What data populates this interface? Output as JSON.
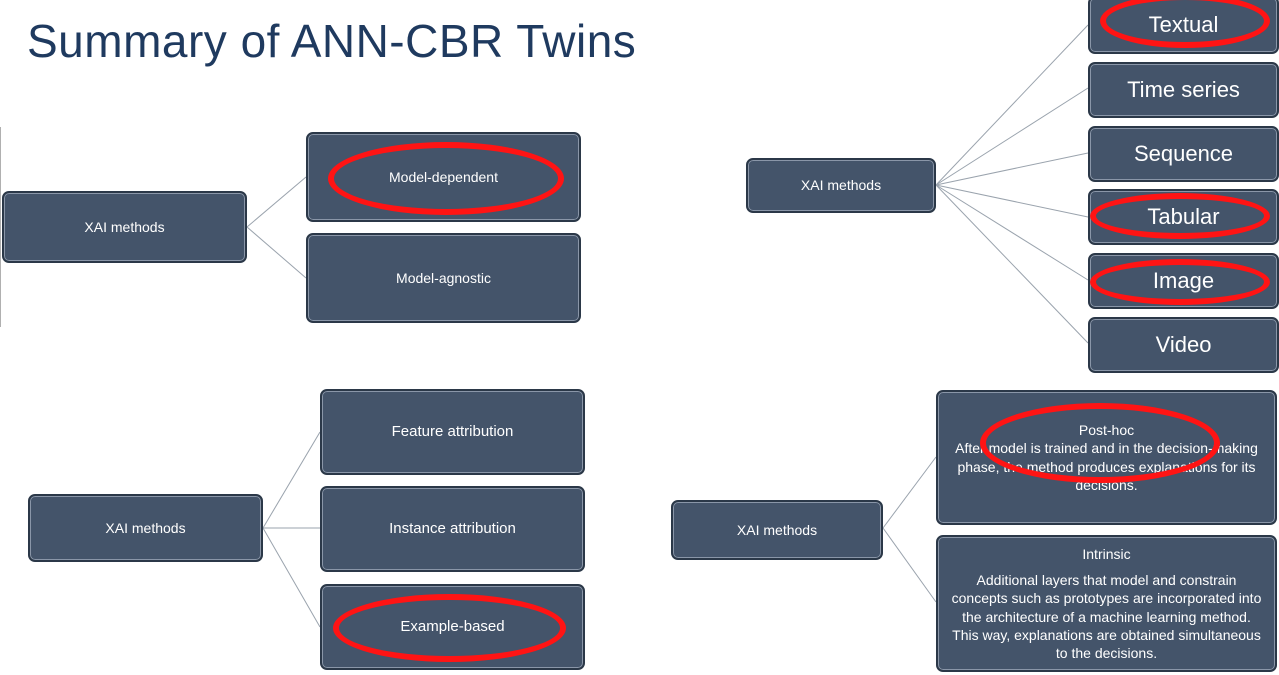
{
  "title": "Summary of ANN-CBR Twins",
  "diagrams": {
    "tl": {
      "root": "XAI methods",
      "children": [
        "Model-dependent",
        "Model-agnostic"
      ]
    },
    "tr": {
      "root": "XAI methods",
      "children": [
        "Textual",
        "Time series",
        "Sequence",
        "Tabular",
        "Image",
        "Video"
      ]
    },
    "bl": {
      "root": "XAI methods",
      "children": [
        "Feature attribution",
        "Instance attribution",
        "Example-based"
      ]
    },
    "br": {
      "root": "XAI methods",
      "posthoc": {
        "head": "Post-hoc",
        "text": "After model is trained and in the decision-making phase, the method produces explanations for its decisions."
      },
      "intrinsic": {
        "head": "Intrinsic",
        "text": "Additional layers that model and constrain concepts such as prototypes are incorporated into the architecture of a machine learning method. This way, explanations are obtained simultaneous to the decisions."
      }
    }
  },
  "highlight_color": "#ff1414",
  "box_color": "#44546a"
}
